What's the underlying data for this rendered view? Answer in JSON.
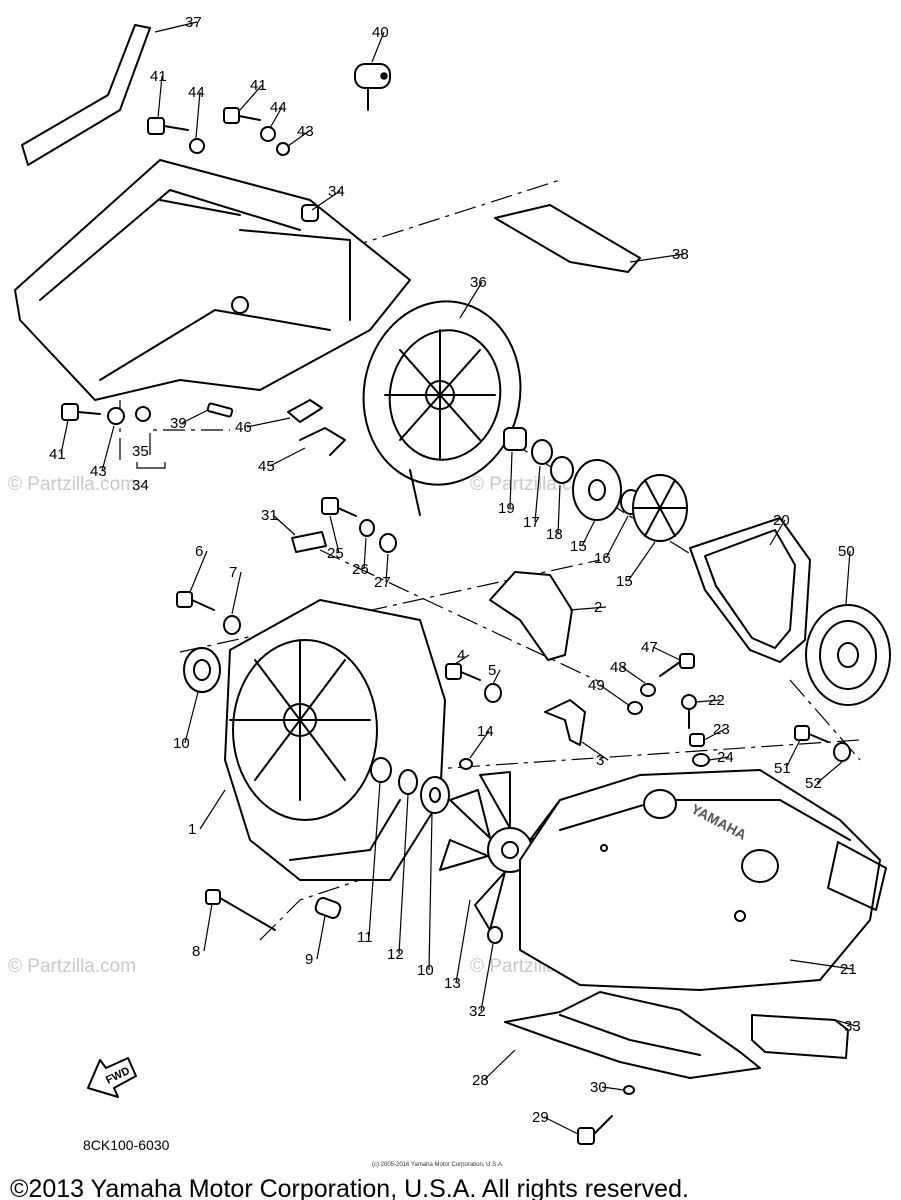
{
  "diagram": {
    "callouts": [
      {
        "id": "37",
        "label": "37"
      },
      {
        "id": "40",
        "label": "40"
      },
      {
        "id": "41a",
        "label": "41"
      },
      {
        "id": "44a",
        "label": "44"
      },
      {
        "id": "41b",
        "label": "41"
      },
      {
        "id": "44b",
        "label": "44"
      },
      {
        "id": "43a",
        "label": "43"
      },
      {
        "id": "34a",
        "label": "34"
      },
      {
        "id": "38",
        "label": "38"
      },
      {
        "id": "36",
        "label": "36"
      },
      {
        "id": "41c",
        "label": "41"
      },
      {
        "id": "43b",
        "label": "43"
      },
      {
        "id": "39",
        "label": "39"
      },
      {
        "id": "46",
        "label": "46"
      },
      {
        "id": "35",
        "label": "35"
      },
      {
        "id": "34b",
        "label": "34"
      },
      {
        "id": "45",
        "label": "45"
      },
      {
        "id": "19",
        "label": "19"
      },
      {
        "id": "17",
        "label": "17"
      },
      {
        "id": "18",
        "label": "18"
      },
      {
        "id": "15a",
        "label": "15"
      },
      {
        "id": "16",
        "label": "16"
      },
      {
        "id": "15b",
        "label": "15"
      },
      {
        "id": "20",
        "label": "20"
      },
      {
        "id": "50",
        "label": "50"
      },
      {
        "id": "31",
        "label": "31"
      },
      {
        "id": "25",
        "label": "25"
      },
      {
        "id": "26",
        "label": "26"
      },
      {
        "id": "27",
        "label": "27"
      },
      {
        "id": "6",
        "label": "6"
      },
      {
        "id": "7",
        "label": "7"
      },
      {
        "id": "2",
        "label": "2"
      },
      {
        "id": "47",
        "label": "47"
      },
      {
        "id": "48",
        "label": "48"
      },
      {
        "id": "49",
        "label": "49"
      },
      {
        "id": "4",
        "label": "4"
      },
      {
        "id": "5",
        "label": "5"
      },
      {
        "id": "22",
        "label": "22"
      },
      {
        "id": "10a",
        "label": "10"
      },
      {
        "id": "14",
        "label": "14"
      },
      {
        "id": "3",
        "label": "3"
      },
      {
        "id": "23",
        "label": "23"
      },
      {
        "id": "24",
        "label": "24"
      },
      {
        "id": "51",
        "label": "51"
      },
      {
        "id": "52",
        "label": "52"
      },
      {
        "id": "1",
        "label": "1"
      },
      {
        "id": "8",
        "label": "8"
      },
      {
        "id": "9",
        "label": "9"
      },
      {
        "id": "11",
        "label": "11"
      },
      {
        "id": "12",
        "label": "12"
      },
      {
        "id": "10b",
        "label": "10"
      },
      {
        "id": "13",
        "label": "13"
      },
      {
        "id": "21",
        "label": "21"
      },
      {
        "id": "32",
        "label": "32"
      },
      {
        "id": "33",
        "label": "33"
      },
      {
        "id": "28",
        "label": "28"
      },
      {
        "id": "30",
        "label": "30"
      },
      {
        "id": "29",
        "label": "29"
      }
    ],
    "fwd_label": "FWD",
    "cover_brand": "YAMAHA",
    "diagram_code": "8CK100-6030",
    "watermark_text": "© Partzilla.com",
    "fine_print": "(c) 2005-2016 Yamaha Motor Corporation, U.S.A.",
    "copyright": "©2013 Yamaha Motor Corporation, U.S.A. All rights reserved."
  }
}
